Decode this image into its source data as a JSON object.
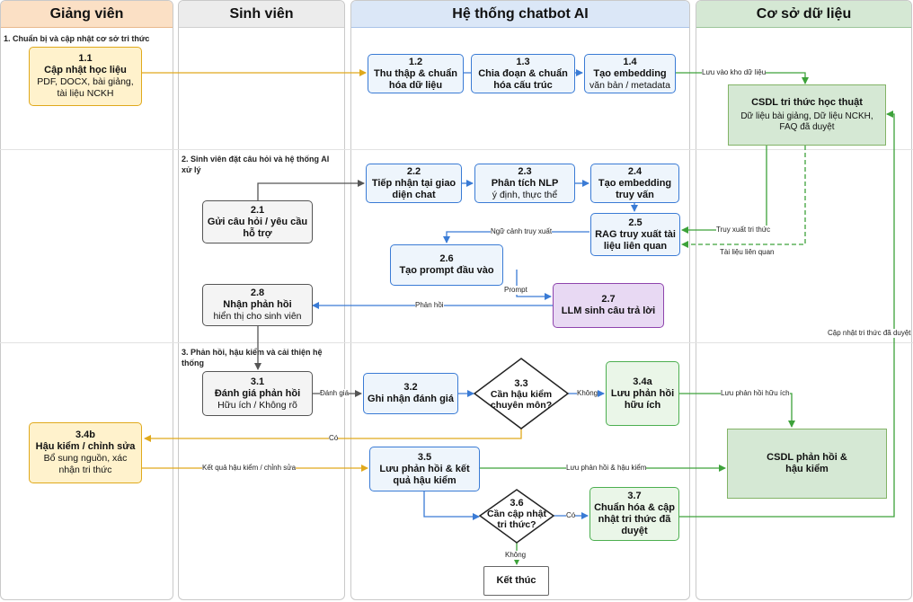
{
  "lanes": {
    "giang_vien": "Giảng viên",
    "sinh_vien": "Sinh viên",
    "he_thong": "Hệ thống chatbot AI",
    "co_so_du_lieu": "Cơ sở dữ liệu"
  },
  "sections": {
    "s1": "1. Chuẩn bị và cập nhật cơ sở tri thức",
    "s2": "2. Sinh viên đặt câu hỏi và hệ thống AI xử lý",
    "s3": "3. Phản hồi, hậu kiểm và cải thiện hệ thống"
  },
  "nodes": {
    "n1_1": {
      "num": "1.1",
      "title": "Cập nhật học liệu",
      "sub": "PDF, DOCX, bài giảng, tài liệu NCKH"
    },
    "n1_2": {
      "num": "1.2",
      "title": "Thu thập & chuẩn hóa dữ liệu"
    },
    "n1_3": {
      "num": "1.3",
      "title": "Chia đoạn & chuẩn hóa cấu trúc"
    },
    "n1_4": {
      "num": "1.4",
      "title": "Tạo embedding",
      "sub": "văn bản / metadata"
    },
    "db_tri_thuc": {
      "title": "CSDL tri thức học thuật",
      "sub": "Dữ liệu bài giảng, Dữ liệu NCKH, FAQ đã duyệt"
    },
    "n2_1": {
      "num": "2.1",
      "title": "Gửi câu hỏi / yêu cầu hỗ trợ"
    },
    "n2_2": {
      "num": "2.2",
      "title": "Tiếp nhận tại giao diện chat"
    },
    "n2_3": {
      "num": "2.3",
      "title": "Phân tích NLP",
      "sub": "ý định, thực thể"
    },
    "n2_4": {
      "num": "2.4",
      "title": "Tạo embedding truy vấn"
    },
    "n2_5": {
      "num": "2.5",
      "title": "RAG truy xuất tài liệu liên quan"
    },
    "n2_6": {
      "num": "2.6",
      "title": "Tạo prompt đầu vào"
    },
    "n2_7": {
      "num": "2.7",
      "title": "LLM sinh câu trả lời"
    },
    "n2_8": {
      "num": "2.8",
      "title": "Nhận phản hồi",
      "sub": "hiển thị cho sinh viên"
    },
    "n3_1": {
      "num": "3.1",
      "title": "Đánh giá phản hồi",
      "sub": "Hữu ích / Không rõ"
    },
    "n3_2": {
      "num": "3.2",
      "title": "Ghi nhận đánh giá"
    },
    "n3_3": {
      "num": "3.3",
      "title": "Cần hậu kiểm chuyên môn?"
    },
    "n3_4a": {
      "num": "3.4a",
      "title": "Lưu phản hồi hữu ích"
    },
    "n3_4b": {
      "num": "3.4b",
      "title": "Hậu kiểm / chỉnh sửa",
      "sub": "Bổ sung nguồn, xác nhận tri thức"
    },
    "n3_5": {
      "num": "3.5",
      "title": "Lưu phản hồi & kết quả hậu kiểm"
    },
    "n3_6": {
      "num": "3.6",
      "title": "Cần cập nhật tri thức?"
    },
    "n3_7": {
      "num": "3.7",
      "title": "Chuẩn hóa & cập nhật tri thức đã duyệt"
    },
    "db_phan_hoi": {
      "title": "CSDL phản hồi & hậu kiểm"
    },
    "end": {
      "title": "Kết thúc"
    }
  },
  "edge_labels": {
    "luu_kho": "Lưu vào kho dữ liệu",
    "truy_xuat": "Truy xuất tri thức",
    "tai_lieu": "Tài liệu liên quan",
    "ngu_canh": "Ngữ cảnh truy xuất",
    "prompt": "Prompt",
    "phan_hoi": "Phản hồi",
    "danh_gia": "Đánh giá",
    "khong_1": "Không",
    "co_1": "Có",
    "luu_huu_ich": "Lưu phản hồi hữu ích",
    "ket_qua_hk": "Kết quả hậu kiểm / chỉnh sửa",
    "luu_phk": "Lưu phản hồi & hậu kiểm",
    "co_2": "Có",
    "khong_2": "Không",
    "cap_nhat": "Cập nhật tri thức đã duyệt"
  },
  "colors": {
    "lane_gv": "#fbe0c5",
    "lane_sv": "#ececec",
    "lane_ht": "#dbe7f7",
    "lane_db": "#d5e8d4",
    "blue": "#3a7bd5",
    "orange": "#e0a91c",
    "gray": "#555555",
    "green": "#3da23a"
  }
}
